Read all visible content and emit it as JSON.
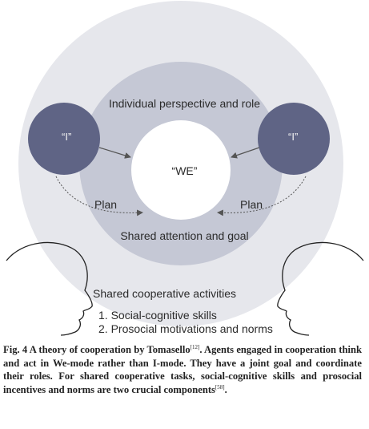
{
  "diagram": {
    "inner_ring_label": "Individual perspective and role",
    "center_label": "“WE”",
    "left_agent_label": "“I”",
    "right_agent_label": "“I”",
    "left_arrow_label": "Plan",
    "right_arrow_label": "Plan",
    "outer_ring_label": "Shared attention and goal",
    "activities_title": "Shared cooperative activities",
    "activities": [
      "1. Social-cognitive skills",
      "2. Prosocial motivations and norms"
    ],
    "colors": {
      "outer_circle": "#e6e7ec",
      "inner_ring": "#c5c8d5",
      "agent_circle": "#5f6485",
      "center": "#ffffff"
    }
  },
  "caption": {
    "label": "Fig. 4",
    "title_text": "A theory of cooperation by Tomasello",
    "ref1": "[12]",
    "body": ". Agents engaged in cooperation think and act in We-mode rather than I-mode. They have a joint goal and coordinate their roles. For shared cooperative tasks, social-cognitive skills and prosocial incentives and norms are two crucial components",
    "ref2": "[58]",
    "end": "."
  }
}
